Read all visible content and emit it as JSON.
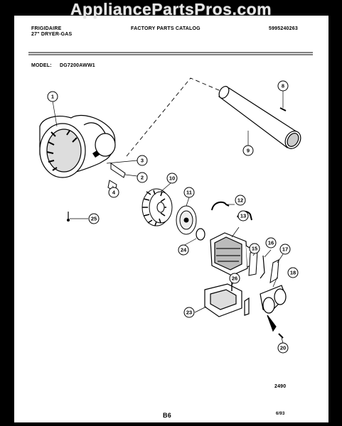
{
  "watermark": "AppliancePartsPros.com",
  "header": {
    "brand": "FRIGIDAIRE",
    "product": "27\" DRYER-GAS",
    "catalog": "FACTORY PARTS CATALOG",
    "catalog_no": "5995240263",
    "model_label": "MODEL:",
    "model": "DG7200AWW1"
  },
  "footer": {
    "drawing_no": "2490",
    "page": "B6",
    "date": "6/93"
  },
  "callouts": [
    "1",
    "2",
    "3",
    "4",
    "8",
    "9",
    "10",
    "11",
    "12",
    "13",
    "15",
    "16",
    "17",
    "18",
    "20",
    "23",
    "24",
    "25",
    "26"
  ]
}
